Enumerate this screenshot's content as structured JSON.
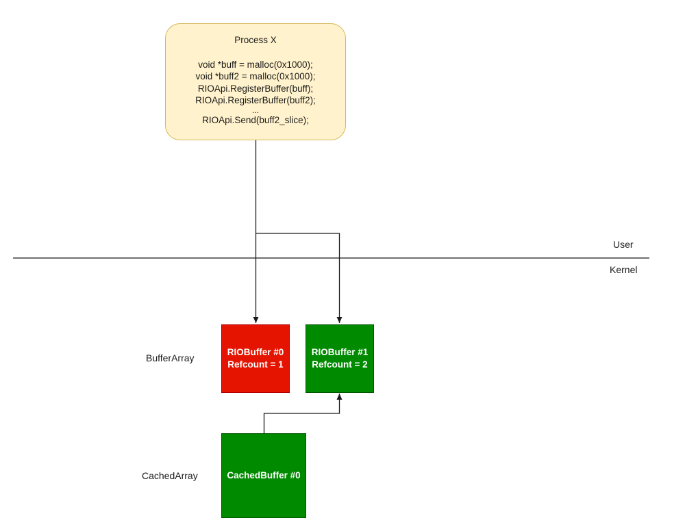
{
  "process": {
    "title": "Process X",
    "code": [
      "void *buff = malloc(0x1000);",
      "void *buff2 = malloc(0x1000);",
      "RIOApi.RegisterBuffer(buff);",
      "RIOApi.RegisterBuffer(buff2);",
      "...",
      "RIOApi.Send(buff2_slice);"
    ]
  },
  "regions": {
    "user": "User",
    "kernel": "Kernel"
  },
  "rows": {
    "buffer_array": "BufferArray",
    "cached_array": "CachedArray"
  },
  "nodes": {
    "rio_buffer_0": {
      "name": "RIOBuffer #0",
      "refcount": "Refcount = 1",
      "color": "#e51400"
    },
    "rio_buffer_1": {
      "name": "RIOBuffer #1",
      "refcount": "Refcount = 2",
      "color": "#008a00"
    },
    "cached_buffer_0": {
      "name": "CachedBuffer #0",
      "color": "#008a00"
    }
  },
  "colors": {
    "process_fill": "#fff2cc",
    "process_border": "#d6b656",
    "line": "#1a1a1a"
  }
}
